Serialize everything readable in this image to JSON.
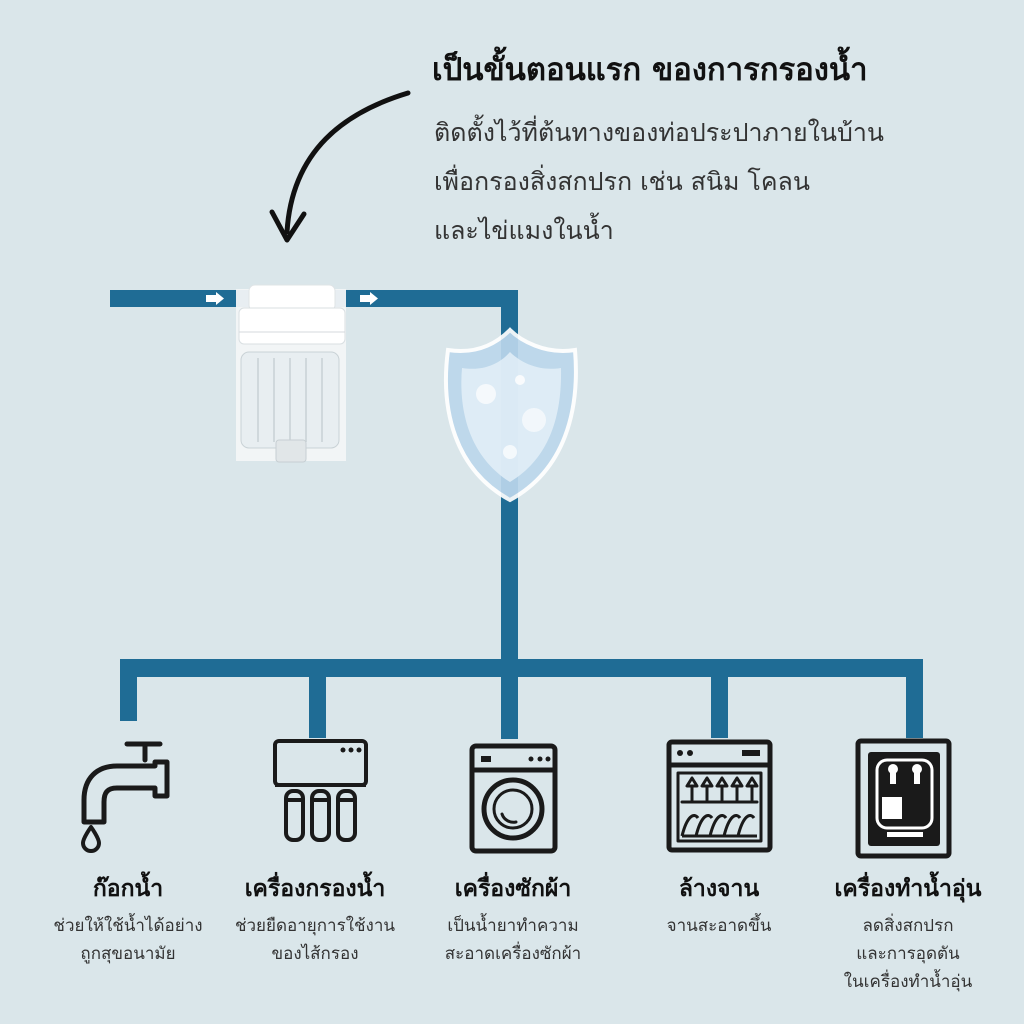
{
  "header": {
    "headline": "เป็นขั้นตอนแรก ของการกรองน้ำ",
    "description_lines": [
      "ติดตั้งไว้ที่ต้นทางของท่อประปาภายในบ้าน",
      "เพื่อกรองสิ่งสกปรก เช่น สนิม โคลน",
      "และไข่แมงในน้ำ"
    ]
  },
  "colors": {
    "background": "#dae6ea",
    "pipe": "#1f6c95",
    "icon": "#1a1a1a"
  },
  "outlets": [
    {
      "icon": "faucet-icon",
      "title": "ก๊อกน้ำ",
      "sub": [
        "ช่วยให้ใช้น้ำได้อย่าง",
        "ถูกสุขอนามัย"
      ]
    },
    {
      "icon": "water-filter-icon",
      "title": "เครื่องกรองน้ำ",
      "sub": [
        "ช่วยยืดอายุการใช้งาน",
        "ของไส้กรอง"
      ]
    },
    {
      "icon": "washing-machine-icon",
      "title": "เครื่องซักผ้า",
      "sub": [
        "เป็นน้ำยาทำความ",
        "สะอาดเครื่องซักผ้า"
      ]
    },
    {
      "icon": "dishwasher-icon",
      "title": "ล้างจาน",
      "sub": [
        "จานสะอาดขึ้น"
      ]
    },
    {
      "icon": "water-heater-icon",
      "title": "เครื่องทำน้ำอุ่น",
      "sub": [
        "ลดสิ่งสกปรก",
        "และการอุดตัน",
        "ในเครื่องทำน้ำอุ่น"
      ]
    }
  ]
}
